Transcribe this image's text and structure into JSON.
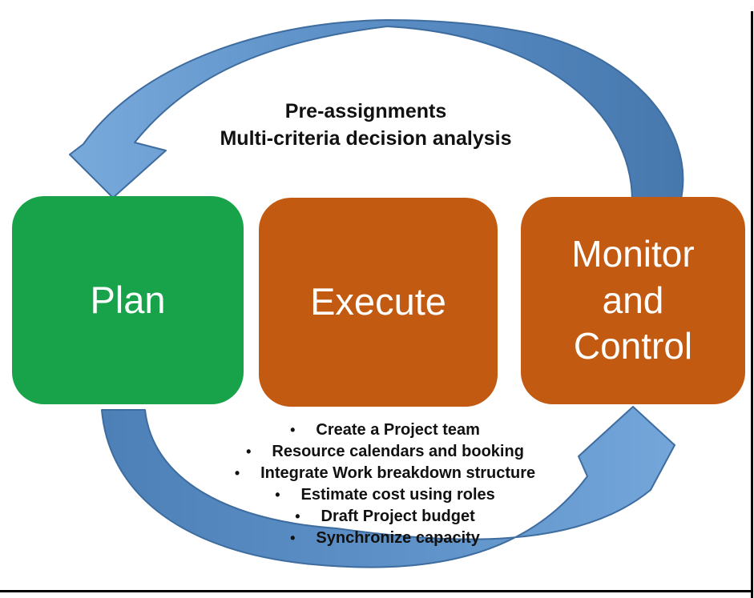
{
  "top_annotation": {
    "line1": "Pre-assignments",
    "line2": "Multi-criteria decision analysis"
  },
  "boxes": {
    "plan": {
      "label": "Plan",
      "color": "#18A34B"
    },
    "execute": {
      "label": "Execute",
      "color": "#C25A12"
    },
    "monitor": {
      "label": "Monitor and Control",
      "color": "#C25A12"
    }
  },
  "bullets": {
    "bullet_char": "•",
    "items": [
      "Create a Project team",
      "Resource calendars and booking",
      "Integrate Work breakdown structure",
      "Estimate cost using roles",
      "Draft Project budget",
      "Synchronize capacity"
    ]
  },
  "arrows": {
    "top_arrow_meaning": "cycle from Monitor and Control back to Plan",
    "bottom_arrow_meaning": "cycle from Plan forward to Monitor and Control"
  },
  "colors": {
    "plan_green": "#18A34B",
    "process_orange": "#C25A12",
    "arrow_blue_light": "#74A6DA",
    "arrow_blue_mid": "#5E92C8",
    "arrow_blue_dark": "#4678AE",
    "arrow_outline": "#3E6C9F",
    "box_text": "#FFFFFF",
    "annotation_text": "#111111",
    "border_black": "#000000",
    "background": "#FFFFFF"
  }
}
